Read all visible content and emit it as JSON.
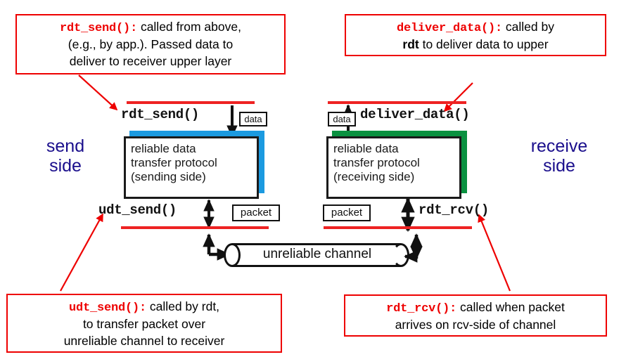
{
  "diagram": {
    "title": "rdt (reliable data transfer) service interface",
    "colors": {
      "callout_border": "#ee0000",
      "callout_fn_text": "#ee0000",
      "layer_line": "#ee2222",
      "send_shadow": "#1b9ae0",
      "receive_shadow": "#0a9140",
      "side_label": "#1a0e8c",
      "box_stroke": "#1a1a1a"
    }
  },
  "callouts": {
    "rdt_send": {
      "fn": "rdt_send():",
      "line1": " called from above,",
      "line2": "(e.g., by app.). Passed data to",
      "line3": "deliver to receiver upper layer"
    },
    "deliver_data": {
      "fn": "deliver_data():",
      "line1": " called by",
      "line2_bold": "rdt",
      "line2": " to deliver data to upper"
    },
    "udt_send": {
      "fn": "udt_send():",
      "line1": " called by rdt,",
      "line2": "to transfer packet over",
      "line3": "unreliable channel to receiver"
    },
    "rdt_rcv": {
      "fn": "rdt_rcv():",
      "line1": " called when packet",
      "line2": "arrives on rcv-side of channel"
    }
  },
  "labels": {
    "rdt_send": "rdt_send()",
    "deliver_data": "deliver_data()",
    "udt_send": "udt_send()",
    "rdt_rcv": "rdt_rcv()",
    "send_side_l1": "send",
    "send_side_l2": "side",
    "receive_side_l1": "receive",
    "receive_side_l2": "side"
  },
  "protocol_boxes": {
    "sending": {
      "line1": "reliable data",
      "line2": "transfer protocol",
      "line3": "(sending side)"
    },
    "receiving": {
      "line1": "reliable data",
      "line2": "transfer protocol",
      "line3": "(receiving side)"
    }
  },
  "units": {
    "data_send": "data",
    "data_recv": "data",
    "packet_send": "packet",
    "packet_recv": "packet"
  },
  "channel": {
    "label": "unreliable channel"
  }
}
